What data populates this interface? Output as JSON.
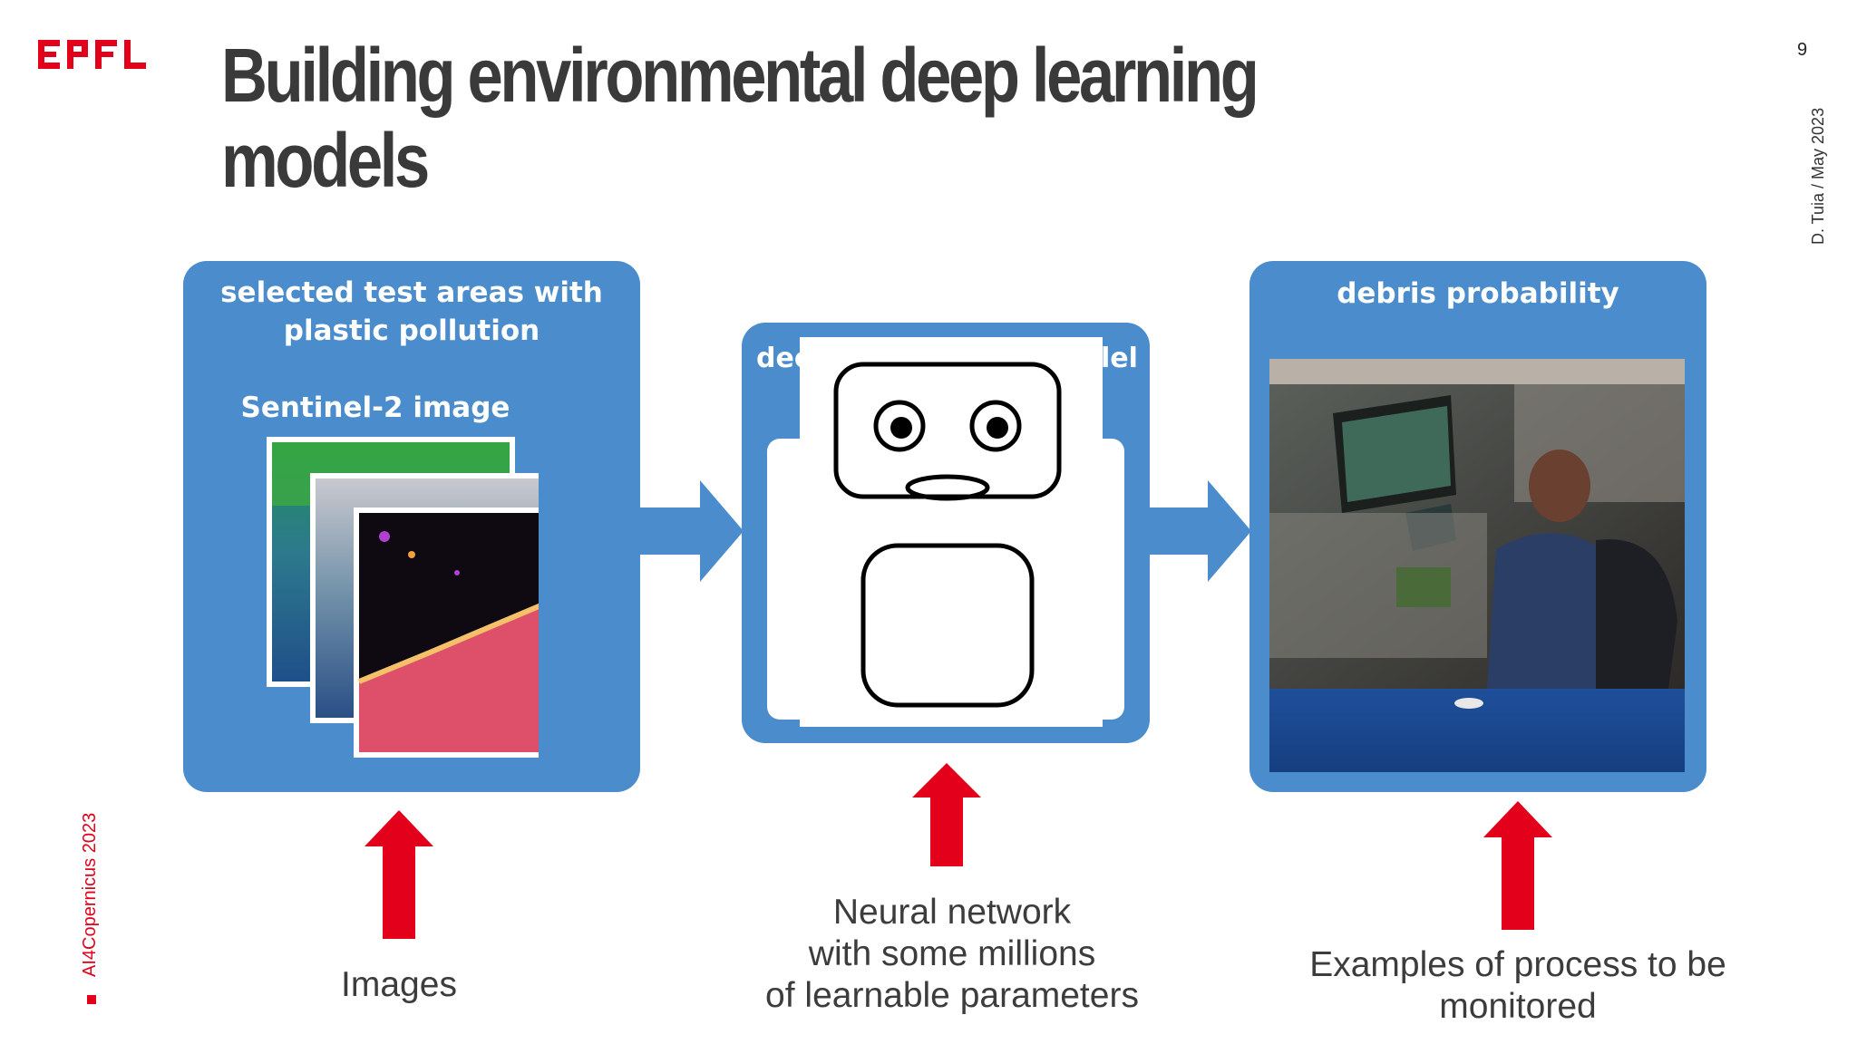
{
  "header": {
    "logo_text": "EPFL",
    "title_line1": "Building environmental deep learning",
    "title_line2": "models",
    "page_number": "9",
    "author_date": "D. Tuia / May 2023",
    "event": "AI4Copernicus 2023"
  },
  "panels": {
    "left": {
      "heading_line1": "selected test areas with",
      "heading_line2": "plastic pollution",
      "subheading": "Sentinel-2 image"
    },
    "middle": {
      "heading_left_fragment": "dee",
      "heading_right_fragment": "lel"
    },
    "right": {
      "heading": "debris probability"
    }
  },
  "captions": {
    "images": "Images",
    "network_line1": "Neural network",
    "network_line2": "with some millions",
    "network_line3": "of learnable parameters",
    "examples_line1": "Examples of process to be",
    "examples_line2": "monitored"
  },
  "colors": {
    "panel_blue": "#4a8ccc",
    "arrow_red": "#e2001a",
    "brand_red": "#e2001a",
    "title_gray": "#3a3a3a"
  }
}
